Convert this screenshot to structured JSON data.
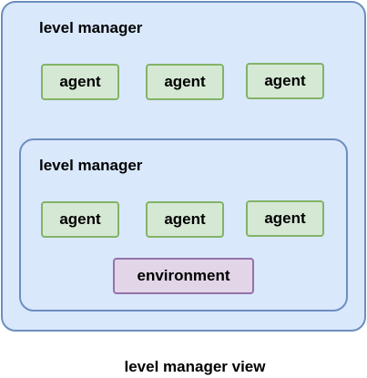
{
  "diagram": {
    "outer": {
      "title": "level manager",
      "agents": [
        "agent",
        "agent",
        "agent"
      ]
    },
    "inner": {
      "title": "level manager",
      "agents": [
        "agent",
        "agent",
        "agent"
      ],
      "environment": "environment"
    },
    "caption": "level manager view"
  },
  "colors": {
    "container_fill": "#dae8fc",
    "container_stroke": "#6c8ebf",
    "agent_fill": "#d5e8d4",
    "agent_stroke": "#82b366",
    "environment_fill": "#e1d5e7",
    "environment_stroke": "#9673a6"
  }
}
